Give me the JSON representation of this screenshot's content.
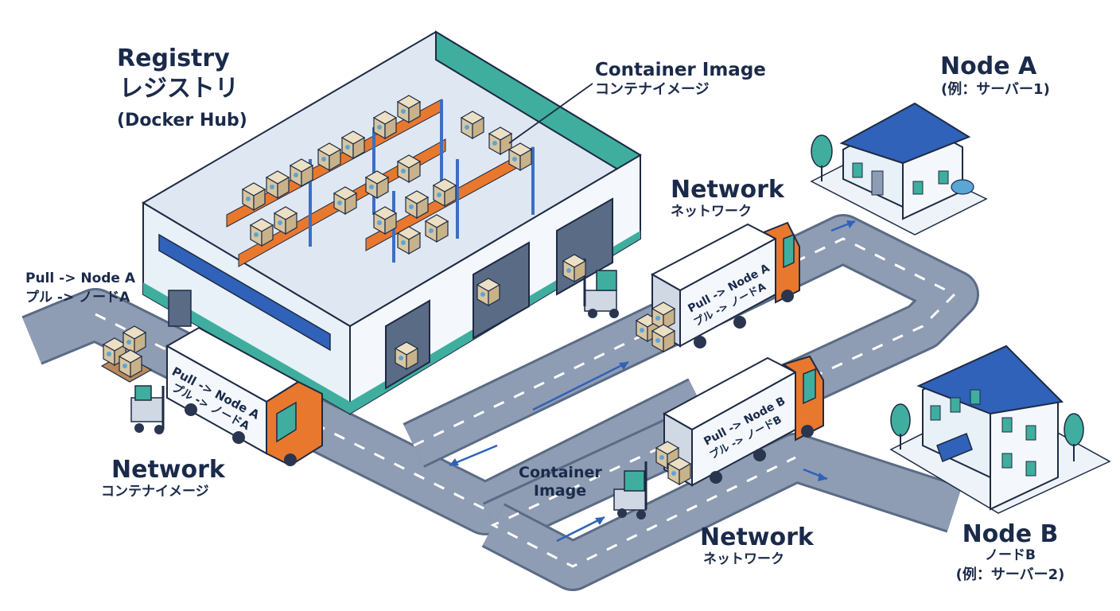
{
  "registry": {
    "title": "Registry",
    "title_jp": "レジストリ",
    "subtitle": "(Docker Hub)"
  },
  "container_image_top": {
    "en": "Container Image",
    "jp": "コンテナイメージ"
  },
  "node_a": {
    "title": "Node A",
    "example": "(例：サーバー1)"
  },
  "network_top": {
    "en": "Network",
    "jp": "ネットワーク"
  },
  "pull_left": {
    "en": "Pull -> Node A",
    "jp": "プル -> ノードA"
  },
  "truck_left": {
    "line1": "Pull -> Node A",
    "line2": "プル -> ノードA"
  },
  "truck_top": {
    "line1": "Pull -> Node A",
    "line2": "プル -> ノードA"
  },
  "truck_bottom": {
    "line1": "Pull -> Node B",
    "line2": "プル -> ノードB"
  },
  "network_left": {
    "en": "Network",
    "jp": "コンテナイメージ"
  },
  "container_image_mid": {
    "line1": "Container",
    "line2": "Image"
  },
  "network_bottom": {
    "en": "Network",
    "jp": "ネットワーク"
  },
  "node_b": {
    "title": "Node B",
    "jp": "ノードB",
    "example": "(例：サーバー2)"
  },
  "colors": {
    "road": "#8e9db3",
    "road_edge": "#5b6b85",
    "warehouse_wall": "#e8f0f8",
    "warehouse_teal": "#3fae9e",
    "roof_blue": "#2f62b8",
    "truck_orange": "#e8782e",
    "box": "#d9c6a0",
    "shelf_orange": "#e8782e",
    "shelf_blue": "#3b6fc1",
    "text": "#1a2a4a"
  }
}
